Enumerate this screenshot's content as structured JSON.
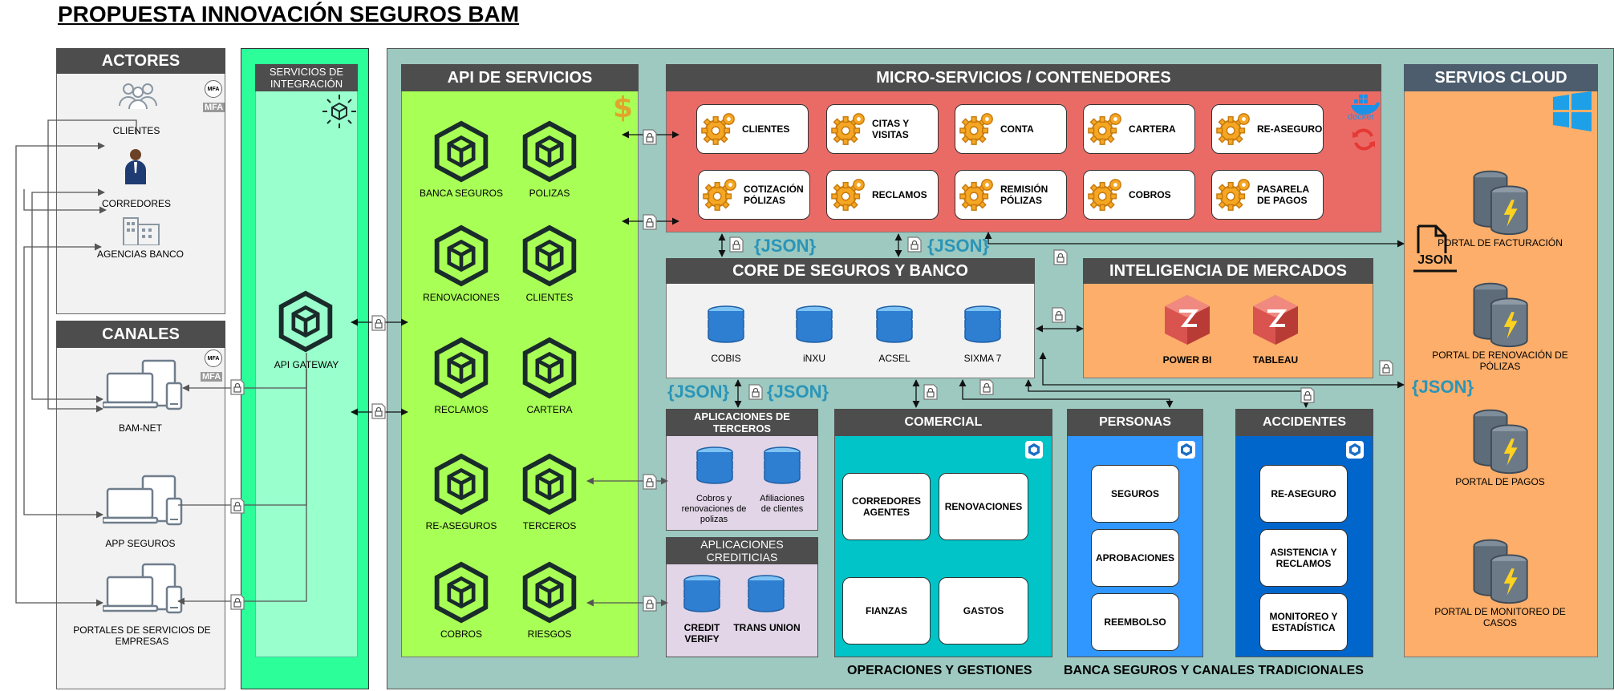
{
  "title": "PROPUESTA INNOVACIÓN SEGUROS BAM",
  "actores": {
    "header": "ACTORES",
    "mfa": "MFA",
    "items": [
      "CLIENTES",
      "CORREDORES",
      "AGENCIAS BANCO"
    ]
  },
  "canales": {
    "header": "CANALES",
    "mfa": "MFA",
    "items": [
      "BAM-NET",
      "APP SEGUROS",
      "PORTALES DE SERVICIOS DE EMPRESAS"
    ]
  },
  "integracion": {
    "header": "SERVICIOS DE INTEGRACIÓN",
    "gateway": "API GATEWAY"
  },
  "api": {
    "header": "API DE SERVICIOS",
    "items": [
      "BANCA SEGUROS",
      "POLIZAS",
      "RENOVACIONES",
      "CLIENTES",
      "RECLAMOS",
      "CARTERA",
      "RE-ASEGUROS",
      "TERCEROS",
      "COBROS",
      "RIESGOS"
    ]
  },
  "micro": {
    "header": "MICRO-SERVICIOS / CONTENEDORES",
    "docker": "docker",
    "items": [
      "CLIENTES",
      "CITAS Y VISITAS",
      "CONTA",
      "CARTERA",
      "RE-ASEGURO",
      "COTIZACIÓN PÓLIZAS",
      "RECLAMOS",
      "REMISIÓN PÓLIZAS",
      "COBROS",
      "PASARELA DE PAGOS"
    ]
  },
  "json_label": "{JSON}",
  "json_file": "JSON",
  "core": {
    "header": "CORE DE SEGUROS Y BANCO",
    "items": [
      "COBIS",
      "iNXU",
      "ACSEL",
      "SIXMA 7"
    ]
  },
  "inteligencia": {
    "header": "INTELIGENCIA DE MERCADOS",
    "items": [
      "POWER BI",
      "TABLEAU"
    ]
  },
  "terceros": {
    "header": "APLICACIONES DE TERCEROS",
    "items": [
      "Cobros y renovaciones de polizas",
      "Afiliaciones de clientes"
    ]
  },
  "crediticias": {
    "header": "APLICACIONES CREDITICIAS",
    "items": [
      "CREDIT VERIFY",
      "TRANS UNION"
    ]
  },
  "comercial": {
    "header": "COMERCIAL",
    "items": [
      "CORREDORES AGENTES",
      "RENOVACIONES",
      "FIANZAS",
      "GASTOS"
    ]
  },
  "personas": {
    "header": "PERSONAS",
    "items": [
      "SEGUROS",
      "APROBACIONES",
      "REEMBOLSO"
    ]
  },
  "accidentes": {
    "header": "ACCIDENTES",
    "items": [
      "RE-ASEGURO",
      "ASISTENCIA Y RECLAMOS",
      "MONITOREO Y ESTADÍSTICA"
    ]
  },
  "cloud": {
    "header": "SERVIOS CLOUD",
    "items": [
      "PORTAL DE FACTURACIÓN",
      "PORTAL DE RENOVACIÓN DE PÓLIZAS",
      "PORTAL DE PAGOS",
      "PORTAL DE MONITOREO DE CASOS"
    ]
  },
  "footer": {
    "left": "OPERACIONES Y GESTIONES",
    "right": "BANCA SEGUROS Y CANALES TRADICIONALES"
  },
  "colors": {
    "integracion": "#2cff9a",
    "api": "#a8ff55",
    "micro": "#ea6b66",
    "big_bg": "#9dc9c0",
    "cloud": "#fcae6a",
    "comercial": "#00c4c7",
    "personas": "#2f97ff",
    "accidentes": "#0066cc",
    "apps": "#e1d5e7"
  }
}
